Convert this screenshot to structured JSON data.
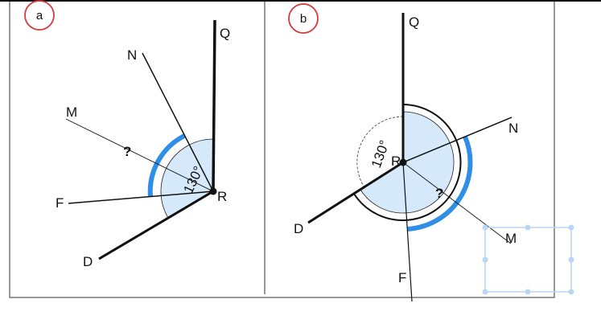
{
  "panels": [
    {
      "tag": "a",
      "labels": {
        "Q": "Q",
        "N": "N",
        "M": "M",
        "F": "F",
        "D": "D",
        "R": "R",
        "unknown": "?",
        "angle": "130°"
      }
    },
    {
      "tag": "b",
      "labels": {
        "Q": "Q",
        "N": "N",
        "M": "M",
        "F": "F",
        "D": "D",
        "R": "R",
        "unknown": "?",
        "angle": "130°"
      }
    }
  ],
  "colors": {
    "accent": "#2f8fe6",
    "shade": "#d6e9fa",
    "tag_circle": "#d43a3a",
    "selection": "#b9d6f2"
  }
}
